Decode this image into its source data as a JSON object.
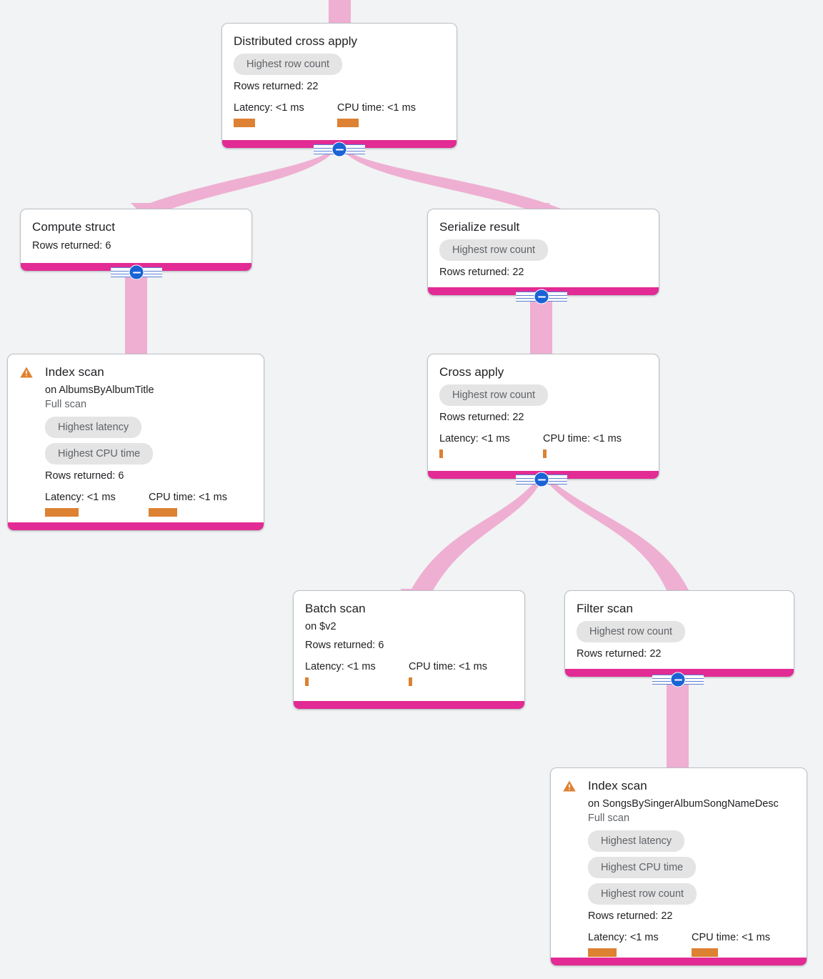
{
  "theme": {
    "background": "#f1f3f4",
    "card_background": "#ffffff",
    "card_border": "#bdc1c6",
    "accent_bar": "#e22b94",
    "edge_color": "#eeafd2",
    "badge_background": "#e4e4e4",
    "badge_text": "#5f6368",
    "metric_bar": "#dd8133",
    "toggle_blue": "#1a63d6",
    "warning_orange": "#e08030",
    "title_text": "#202124"
  },
  "labels": {
    "rows_returned_prefix": "Rows returned:",
    "latency_prefix": "Latency:",
    "cpu_prefix": "CPU time:",
    "on_prefix": "on",
    "collapse_toggle": "collapse-subtree-toggle",
    "warning_icon": "warning-triangle-icon"
  },
  "nodes": [
    {
      "id": "distributed-cross-apply",
      "title": "Distributed cross apply",
      "badges": [
        "Highest row count"
      ],
      "rows_returned": "Rows returned: 22",
      "latency": "Latency: <1 ms",
      "cpu_time": "CPU time: <1 ms",
      "warning": false
    },
    {
      "id": "compute-struct",
      "title": "Compute struct",
      "badges": [],
      "rows_returned": "Rows returned: 6",
      "warning": false
    },
    {
      "id": "serialize-result",
      "title": "Serialize result",
      "badges": [
        "Highest row count"
      ],
      "rows_returned": "Rows returned: 22",
      "warning": false
    },
    {
      "id": "index-scan-albums",
      "title": "Index scan",
      "target": "on AlbumsByAlbumTitle",
      "scan_type": "Full scan",
      "badges": [
        "Highest latency",
        "Highest CPU time"
      ],
      "rows_returned": "Rows returned: 6",
      "latency": "Latency: <1 ms",
      "cpu_time": "CPU time: <1 ms",
      "warning": true
    },
    {
      "id": "cross-apply",
      "title": "Cross apply",
      "badges": [
        "Highest row count"
      ],
      "rows_returned": "Rows returned: 22",
      "latency": "Latency: <1 ms",
      "cpu_time": "CPU time: <1 ms",
      "warning": false
    },
    {
      "id": "batch-scan",
      "title": "Batch scan",
      "target": "on $v2",
      "badges": [],
      "rows_returned": "Rows returned: 6",
      "latency": "Latency: <1 ms",
      "cpu_time": "CPU time: <1 ms",
      "warning": false
    },
    {
      "id": "filter-scan",
      "title": "Filter scan",
      "badges": [
        "Highest row count"
      ],
      "rows_returned": "Rows returned: 22",
      "warning": false
    },
    {
      "id": "index-scan-songs",
      "title": "Index scan",
      "target": "on SongsBySingerAlbumSongNameDesc",
      "scan_type": "Full scan",
      "badges": [
        "Highest latency",
        "Highest CPU time",
        "Highest row count"
      ],
      "rows_returned": "Rows returned: 22",
      "latency": "Latency: <1 ms",
      "cpu_time": "CPU time: <1 ms",
      "warning": true
    }
  ]
}
